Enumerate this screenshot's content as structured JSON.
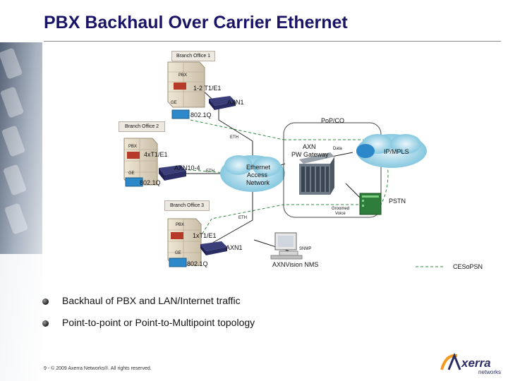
{
  "title": "PBX Backhaul Over Carrier Ethernet",
  "branch1": {
    "label": "Branch Office 1",
    "pbx": "PBX",
    "link": "1-2 T1/E1",
    "ge": "GE",
    "device": "AXN1",
    "vlan": "802.1Q"
  },
  "branch2": {
    "label": "Branch Office 2",
    "pbx": "PBX",
    "link": "4xT1/E1",
    "ge": "GE",
    "device": "AXN10-4",
    "eth": "ETH",
    "vlan": "802.1Q"
  },
  "branch3": {
    "label": "Branch Office 3",
    "pbx": "PBX",
    "link": "1xT1/E1",
    "ge": "GE",
    "device": "AXN1",
    "vlan": "802.1Q"
  },
  "core": {
    "pop": "PoP/CO",
    "eth_top": "ETH",
    "eth_bottom": "ETH",
    "gateway_line1": "AXN",
    "gateway_line2": "PW Gateway",
    "cloud_line1": "Ethernet",
    "cloud_line2": "Access",
    "cloud_line3": "Network",
    "data": "Data",
    "ipmpls": "IP/MPLS",
    "pstn": "PSTN",
    "groomed_line1": "Groomed",
    "groomed_line2": "Voice",
    "snmp": "SNMP",
    "nms": "AXNVision NMS",
    "legend": "CESoPSN"
  },
  "bullets": [
    "Backhaul of PBX and LAN/Internet traffic",
    "Point-to-point or Point-to-Multipoint topology"
  ],
  "footer": "9 - © 2009 Axerra Networks®. All rights reserved.",
  "logo": {
    "brand": "Axerra",
    "sub": "networks"
  },
  "colors": {
    "title": "#1a1466",
    "router": "#2c88c8",
    "device": "#2a2d63",
    "cloud": "#7fc3dc",
    "logo_orange": "#f39a1e"
  }
}
